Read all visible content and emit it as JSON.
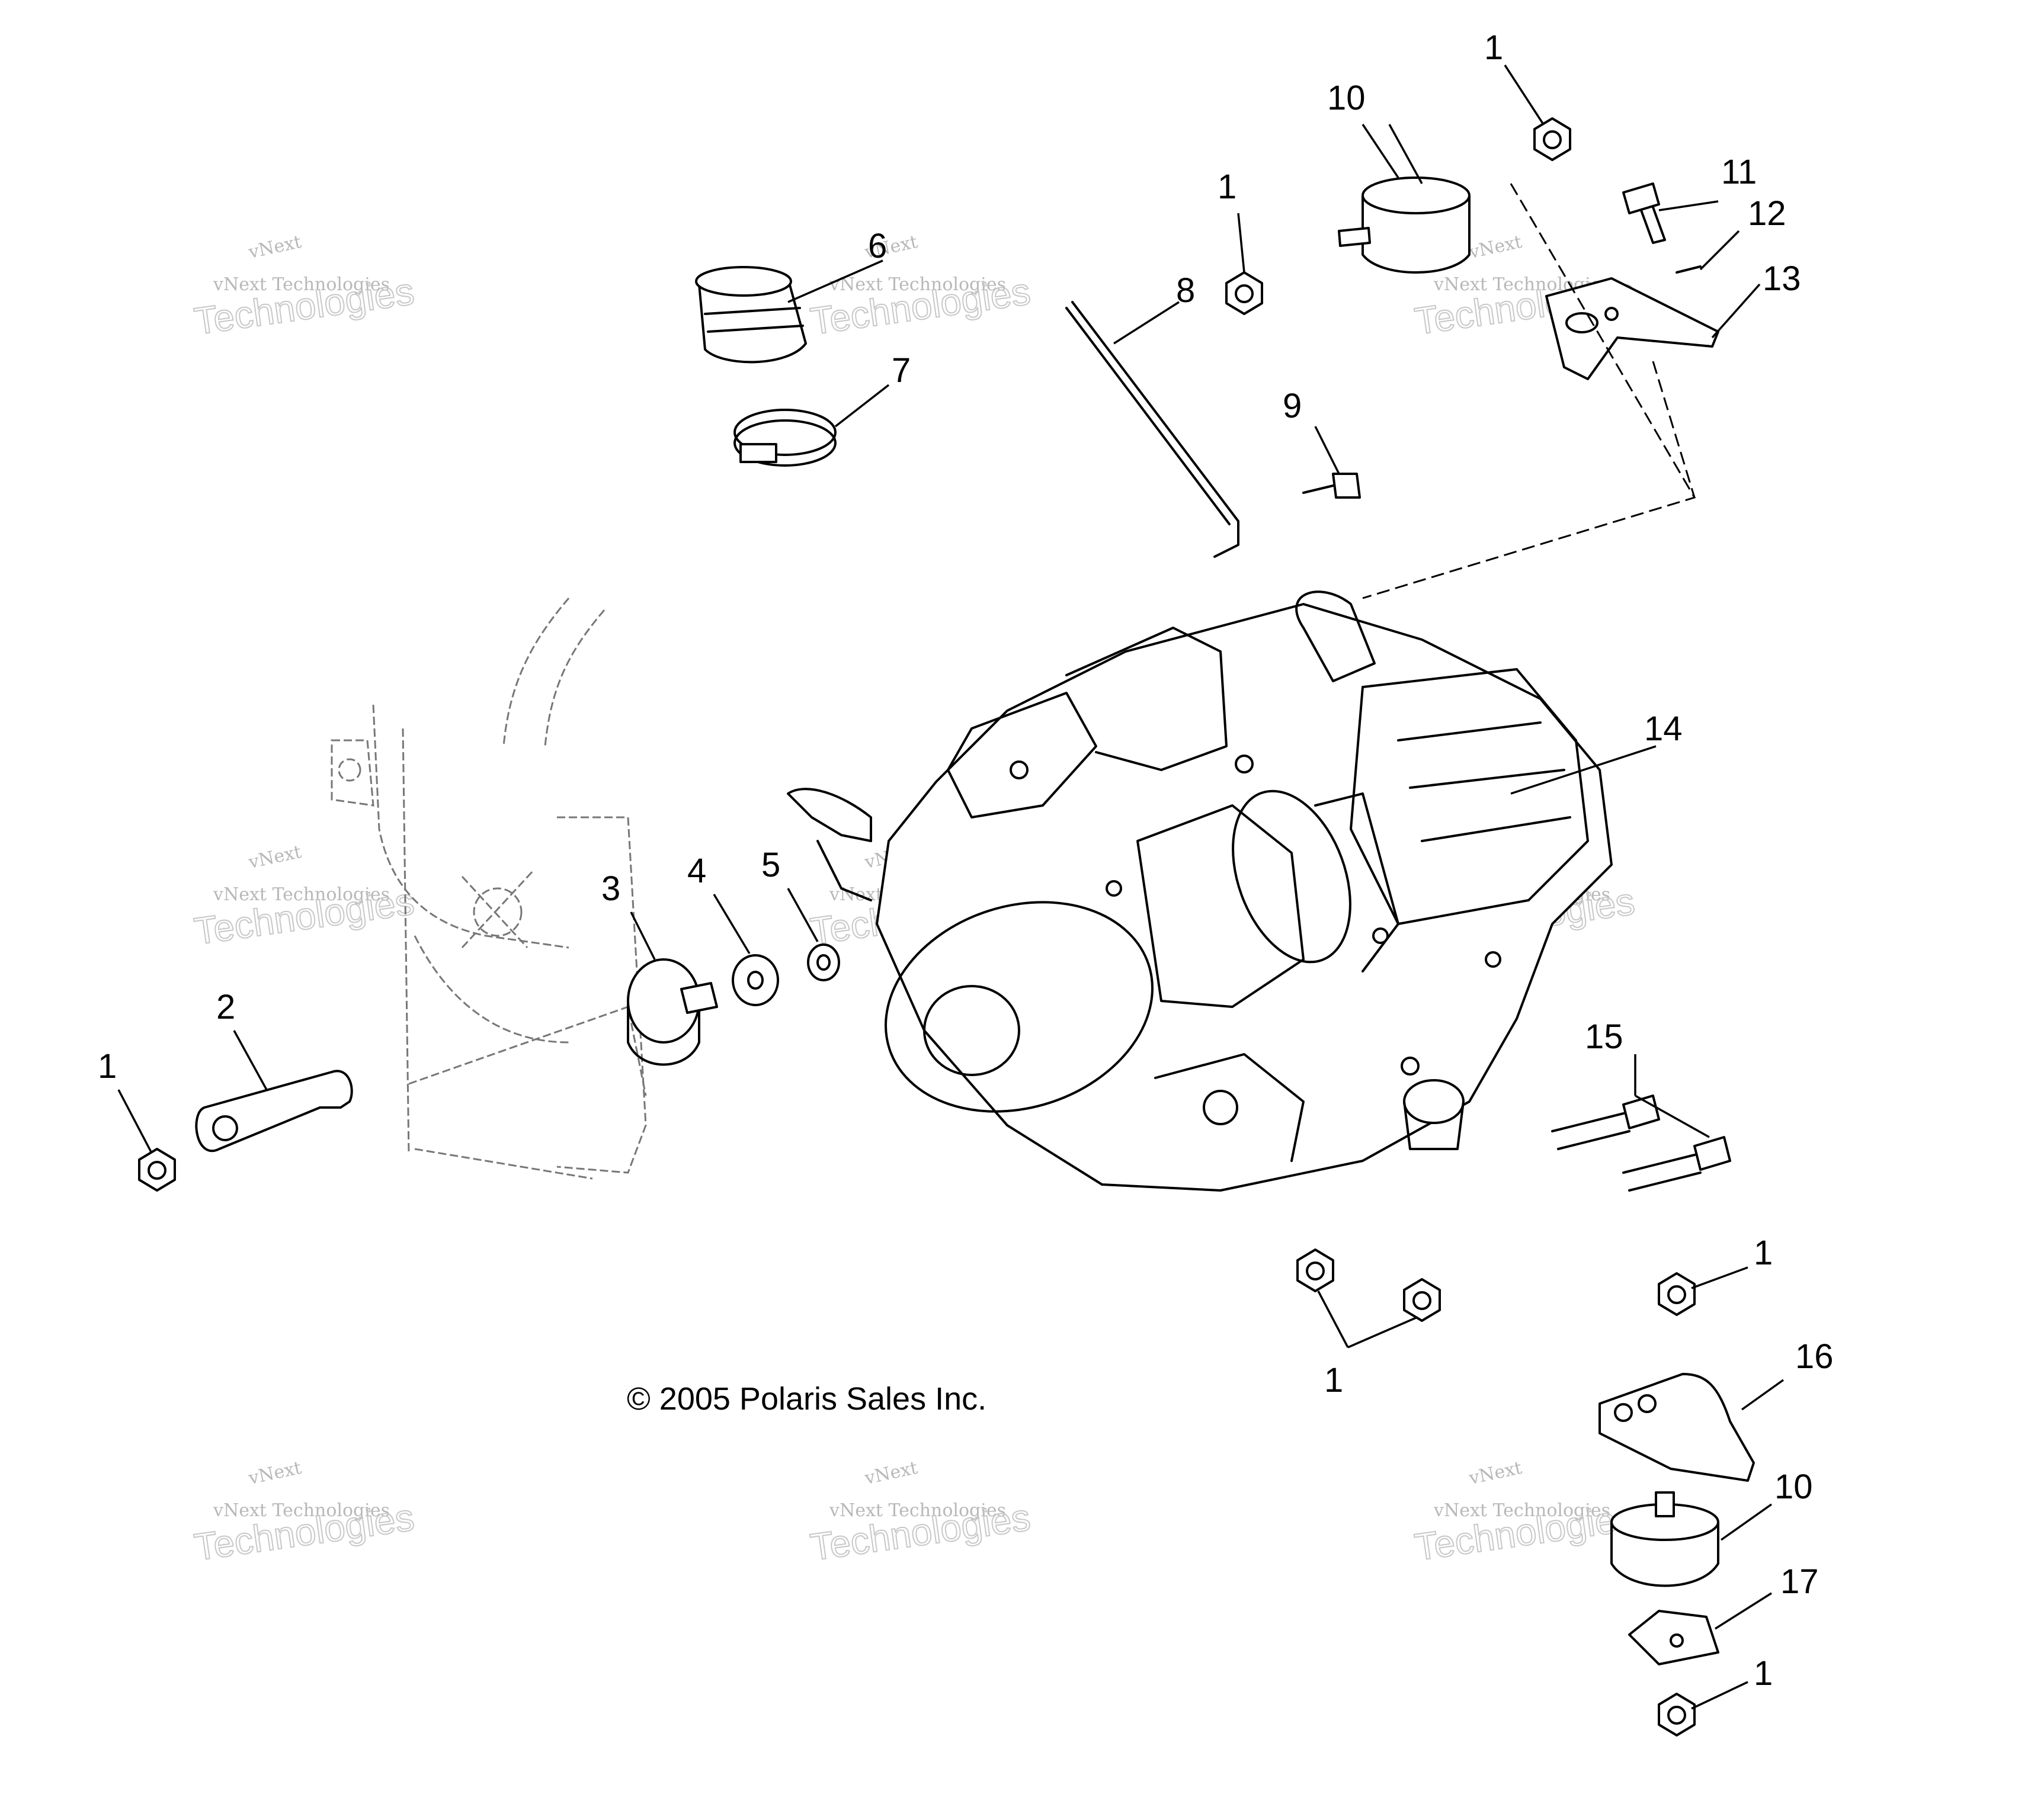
{
  "copyright": "© 2005 Polaris Sales Inc.",
  "watermark": {
    "line1": "vNext Technologies",
    "line2": "Technologies",
    "arc": "vNext"
  },
  "callouts": {
    "c1_top_nut": "1",
    "c1_mid_nut": "1",
    "c1_left_nut": "1",
    "c1_pair_nuts": "1",
    "c1_right_nut": "1",
    "c1_bottom_nut": "1",
    "c2": "2",
    "c3": "3",
    "c4": "4",
    "c5": "5",
    "c6": "6",
    "c7": "7",
    "c8": "8",
    "c9": "9",
    "c10_top": "10",
    "c10_bottom": "10",
    "c11": "11",
    "c12": "12",
    "c13": "13",
    "c14": "14",
    "c15": "15",
    "c16": "16",
    "c17": "17"
  }
}
